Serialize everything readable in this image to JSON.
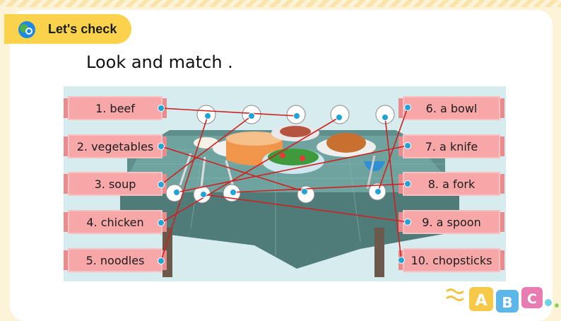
{
  "header": {
    "title": "Let's check"
  },
  "instruction": "Look and match .",
  "left_labels": [
    "1. beef",
    "2. vegetables",
    "3. soup",
    "4. chicken",
    "5. noodles"
  ],
  "right_labels": [
    "6. a bowl",
    "7. a knife",
    "8. a fork",
    "9. a spoon",
    "10. chopsticks"
  ],
  "decor": {
    "abc_letters": [
      "A",
      "B",
      "C"
    ]
  },
  "colors": {
    "accent": "#fbd24b",
    "label_bg": "#f7a7a8",
    "line": "#d0201f",
    "dot": "#1fa3d8"
  }
}
